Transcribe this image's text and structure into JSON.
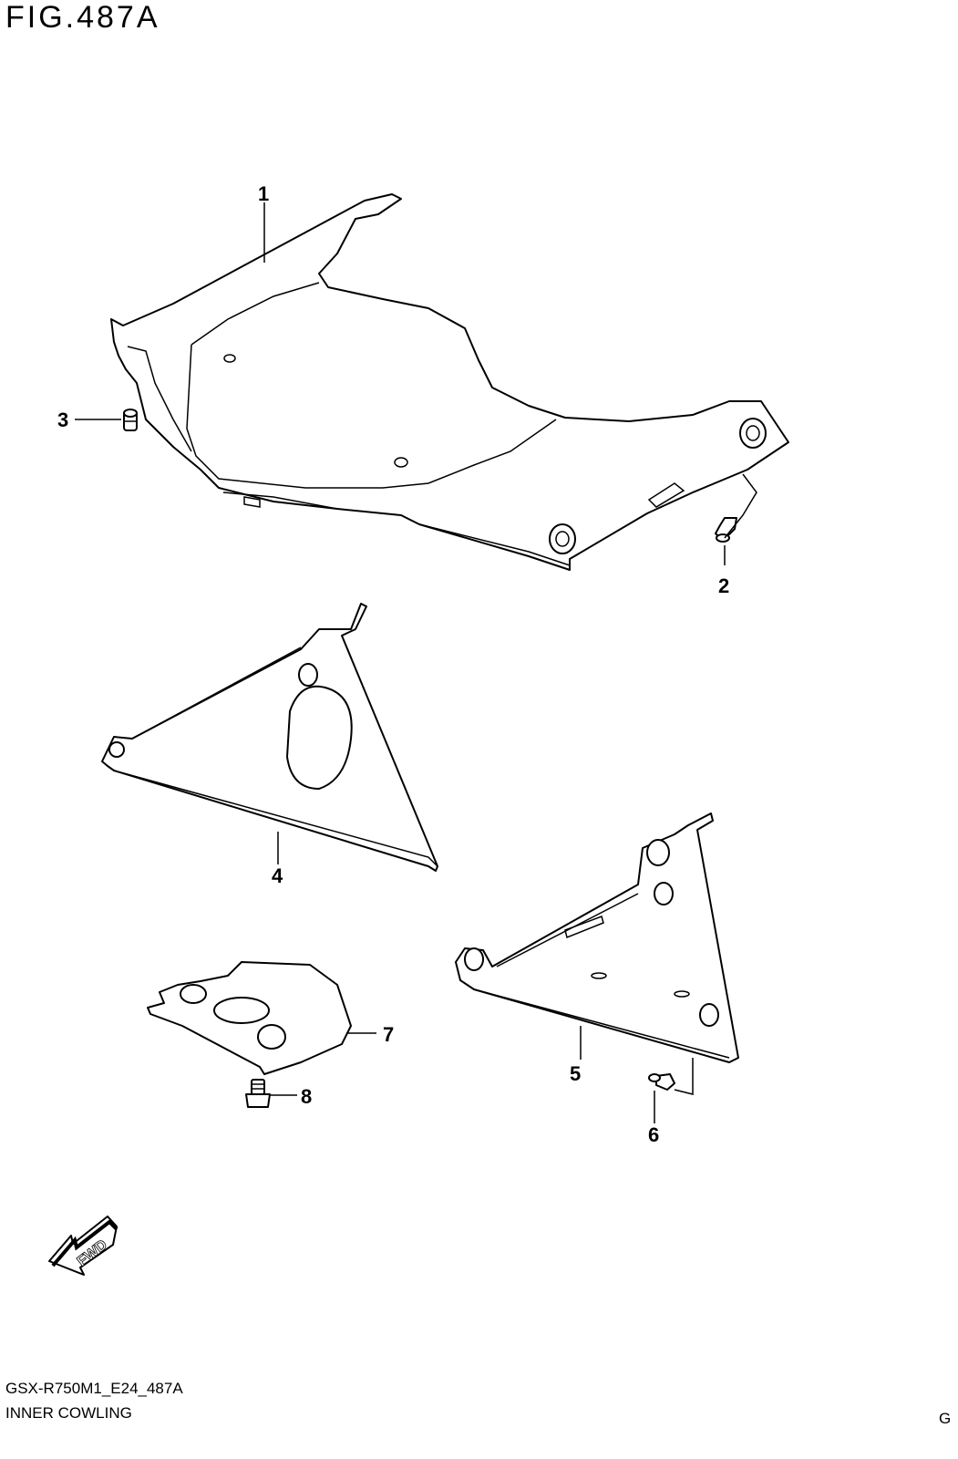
{
  "figure": {
    "title": "FIG.487A"
  },
  "callouts": [
    {
      "number": "1"
    },
    {
      "number": "2"
    },
    {
      "number": "3"
    },
    {
      "number": "4"
    },
    {
      "number": "5"
    },
    {
      "number": "6"
    },
    {
      "number": "7"
    },
    {
      "number": "8"
    }
  ],
  "fwd_arrow": {
    "text": "FWD"
  },
  "footer": {
    "code": "GSX-R750M1_E24_487A",
    "name": "INNER COWLING",
    "letter": "G"
  }
}
